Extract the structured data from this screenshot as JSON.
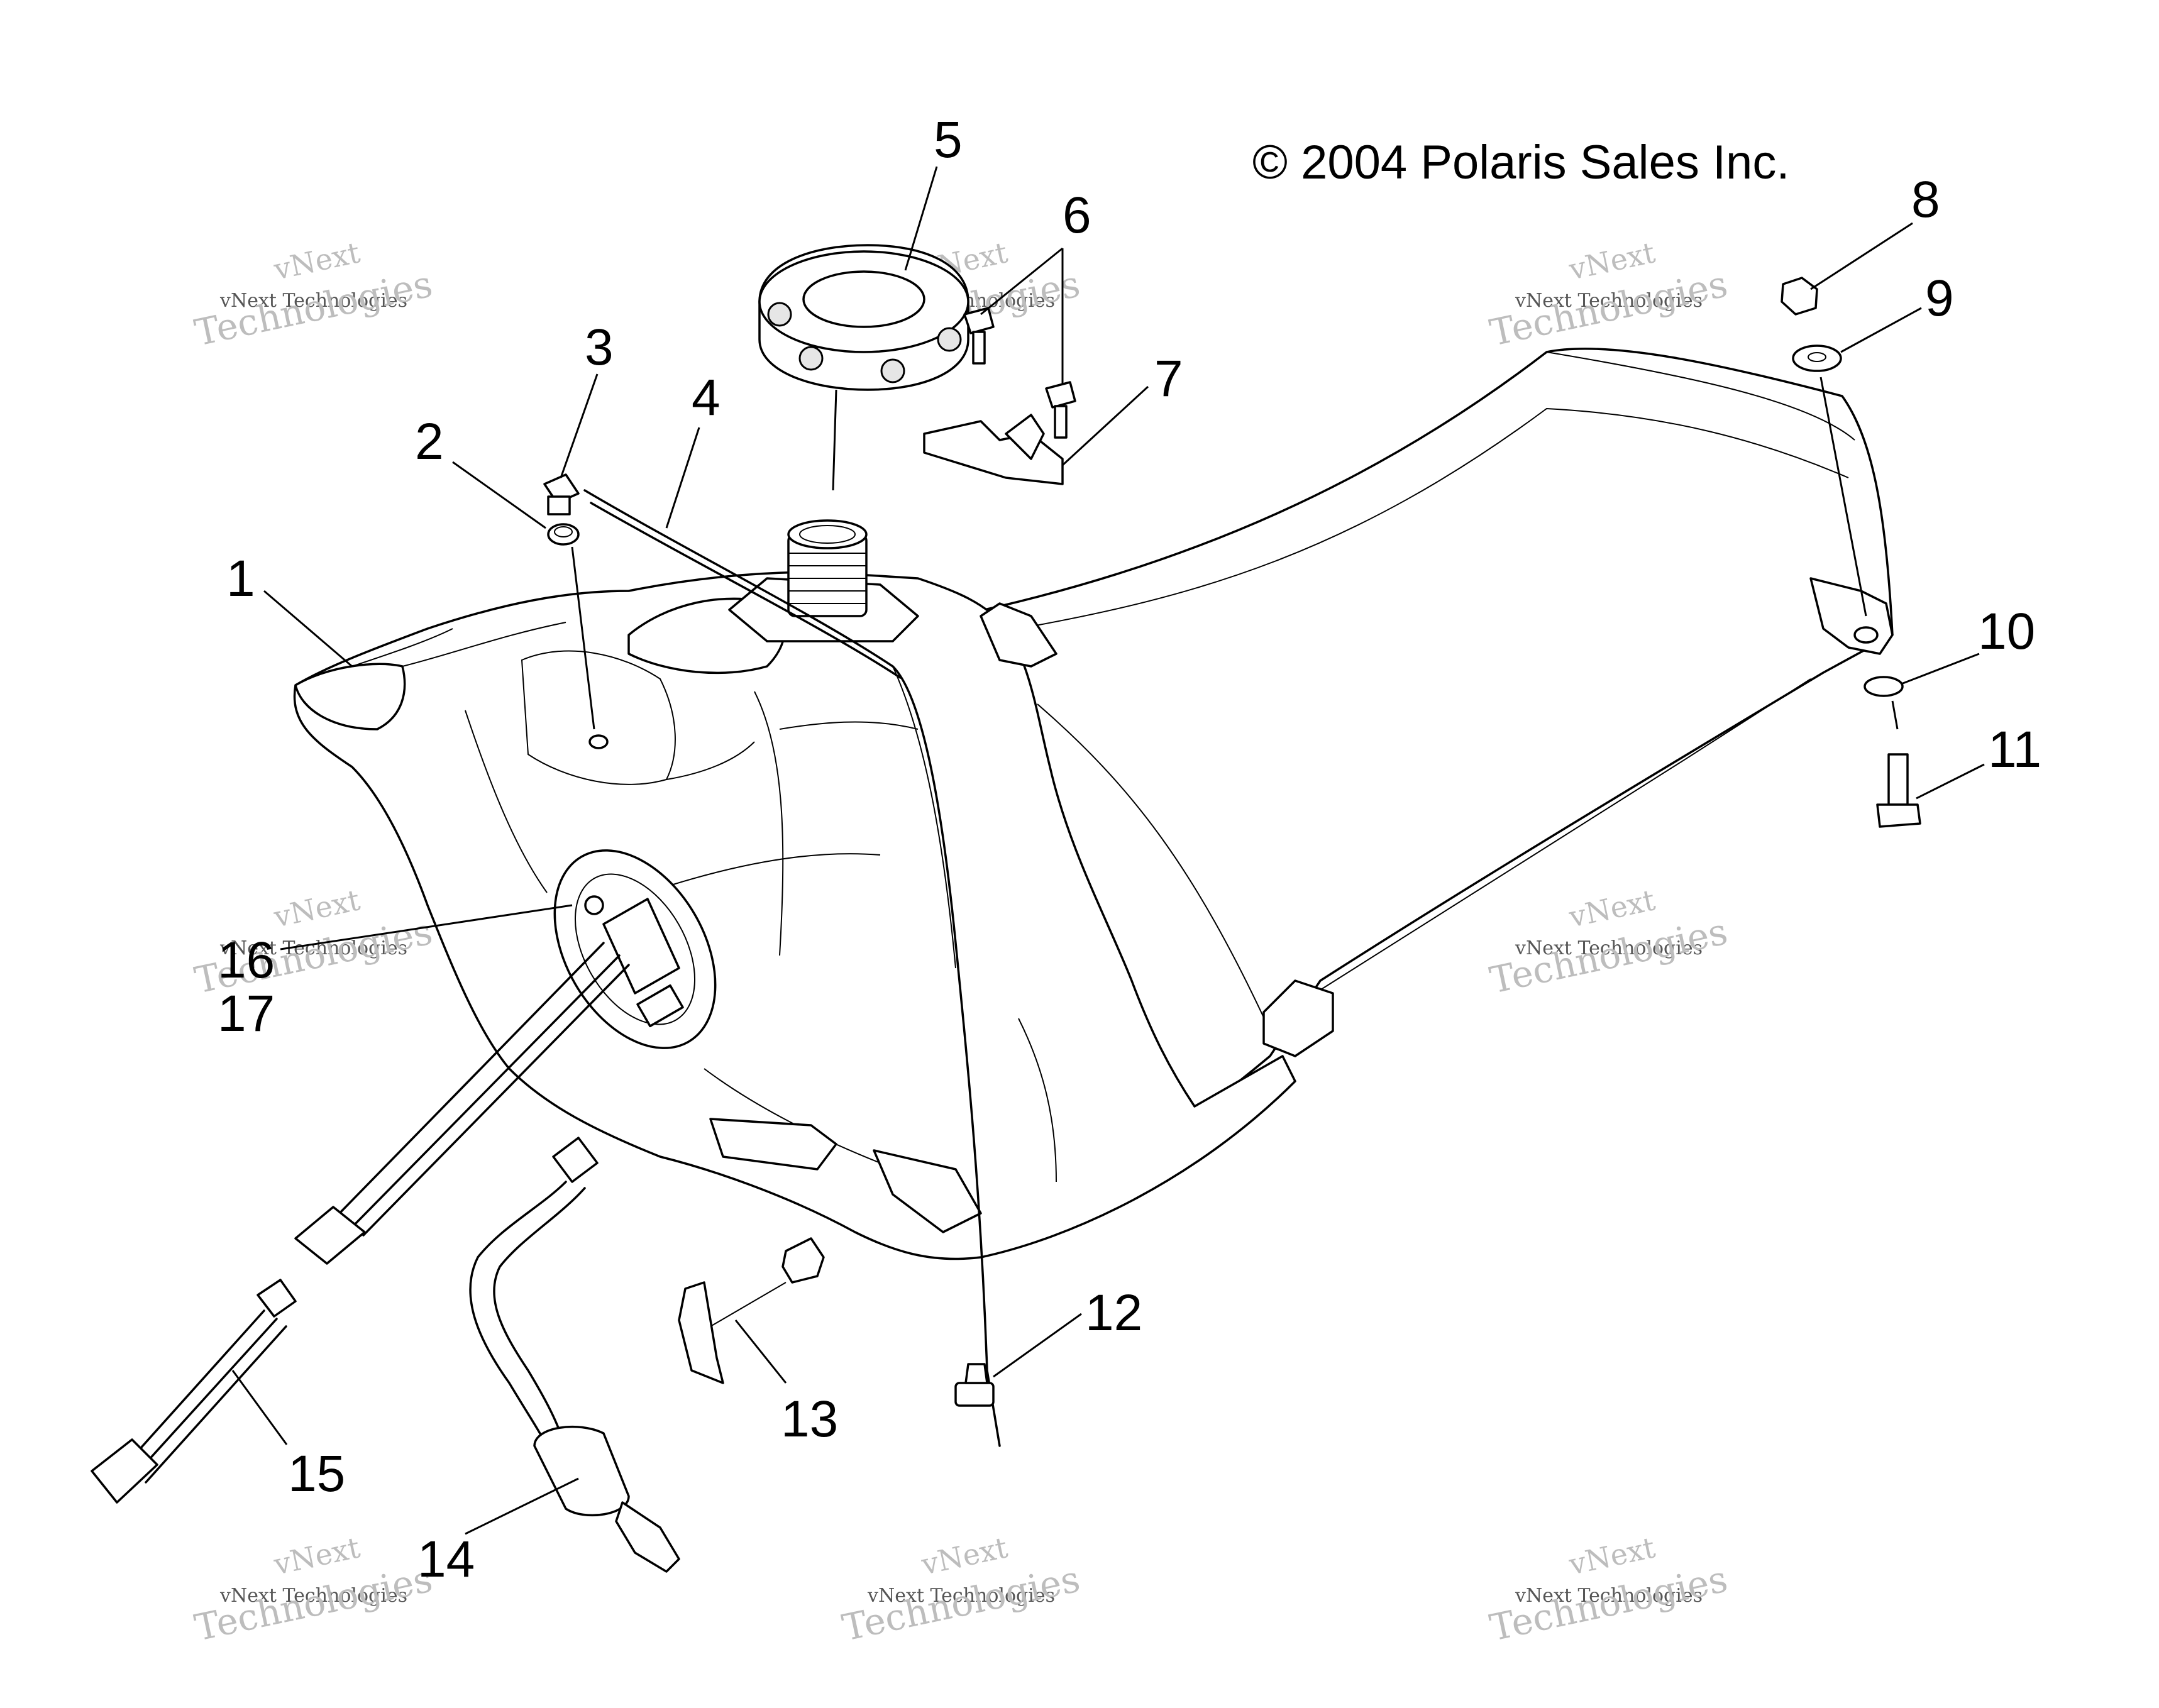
{
  "copyright": "© 2004 Polaris Sales Inc.",
  "callouts": [
    {
      "id": "1",
      "label": "1"
    },
    {
      "id": "2",
      "label": "2"
    },
    {
      "id": "3",
      "label": "3"
    },
    {
      "id": "4",
      "label": "4"
    },
    {
      "id": "5",
      "label": "5"
    },
    {
      "id": "6",
      "label": "6"
    },
    {
      "id": "7",
      "label": "7"
    },
    {
      "id": "8",
      "label": "8"
    },
    {
      "id": "9",
      "label": "9"
    },
    {
      "id": "10",
      "label": "10"
    },
    {
      "id": "11",
      "label": "11"
    },
    {
      "id": "12",
      "label": "12"
    },
    {
      "id": "13",
      "label": "13"
    },
    {
      "id": "14",
      "label": "14"
    },
    {
      "id": "15",
      "label": "15"
    },
    {
      "id": "16",
      "label": "16"
    },
    {
      "id": "17",
      "label": "17"
    }
  ],
  "watermark": {
    "line1": "vNext",
    "line2": "vNext Technologies",
    "line3": "Technologies"
  }
}
